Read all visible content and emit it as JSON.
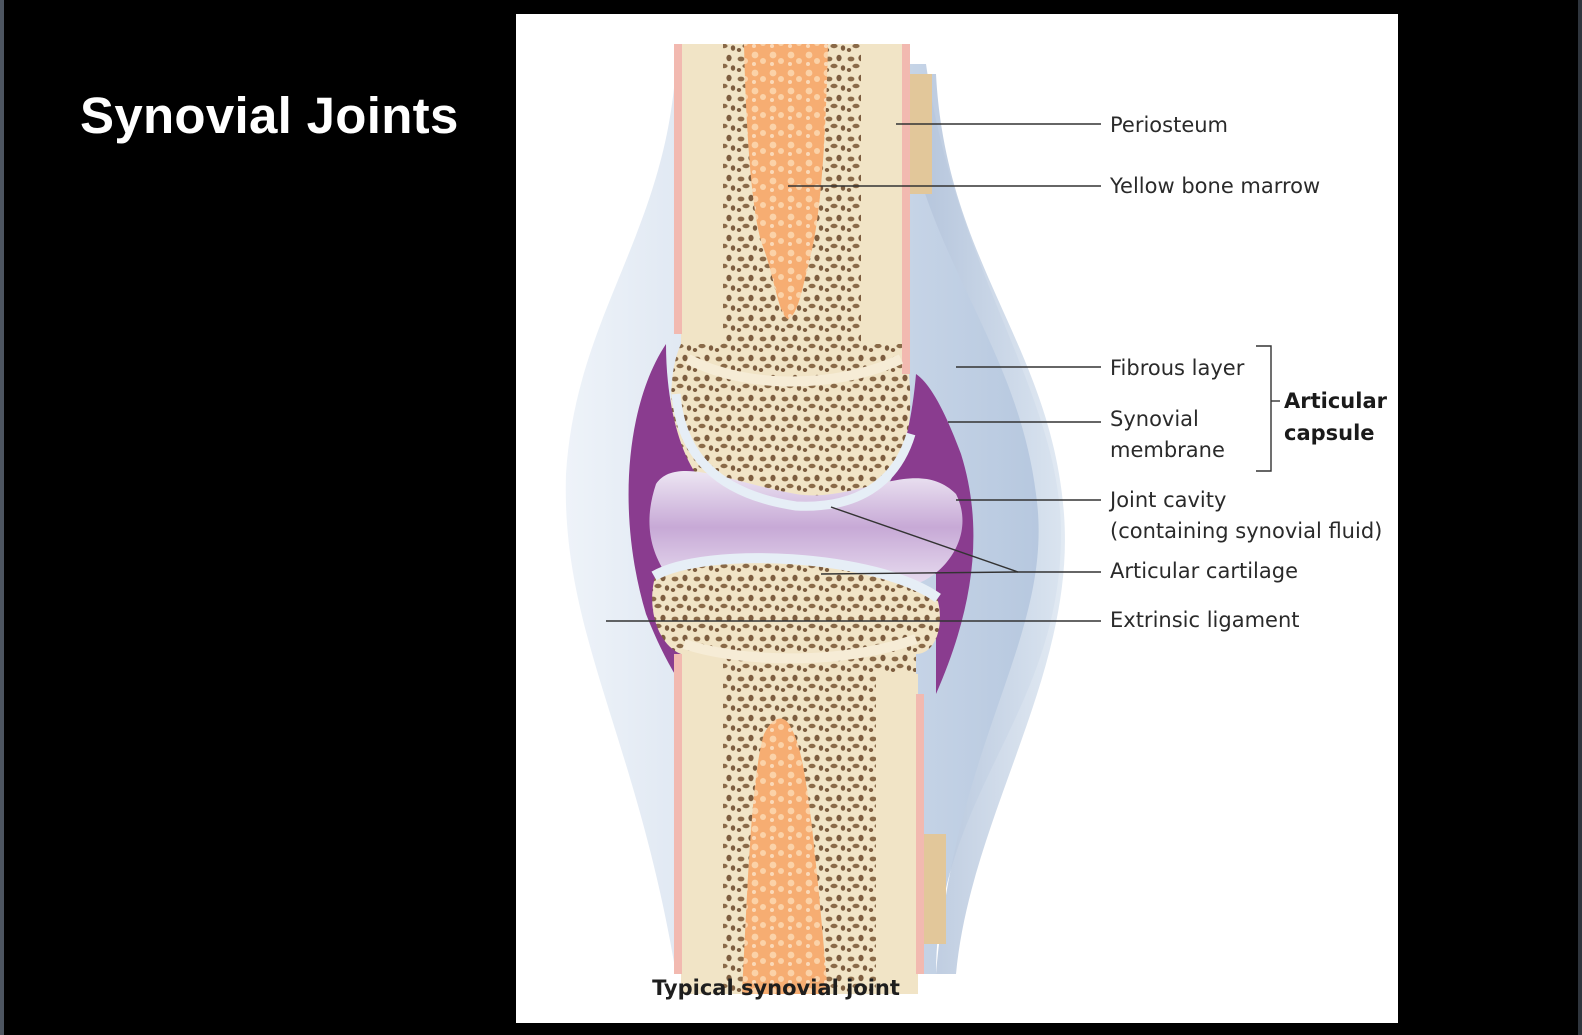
{
  "slide": {
    "title": "Synovial Joints"
  },
  "diagram": {
    "labels": {
      "periosteum": "Periosteum",
      "yellow_bone_marrow": "Yellow bone marrow",
      "fibrous_layer": "Fibrous layer",
      "synovial_membrane_line1": "Synovial",
      "synovial_membrane_line2": "membrane",
      "articular_capsule_line1": "Articular",
      "articular_capsule_line2": "capsule",
      "joint_cavity_line1": "Joint cavity",
      "joint_cavity_line2": "(containing synovial fluid)",
      "articular_cartilage": "Articular cartilage",
      "extrinsic_ligament": "Extrinsic ligament"
    },
    "caption": "Typical synovial joint",
    "colors": {
      "ligament": "#c9d7e8",
      "ligament_dark": "#9fb3cf",
      "synovial_membrane": "#8a3c8f",
      "joint_cavity": "#b98fc4",
      "bone": "#f1e4c6",
      "spongy_bone": "#8a6a48",
      "marrow": "#f4a66a",
      "periosteum": "#f2b9b0",
      "cartilage": "#e4ecf4",
      "leader_line": "#333333"
    }
  }
}
